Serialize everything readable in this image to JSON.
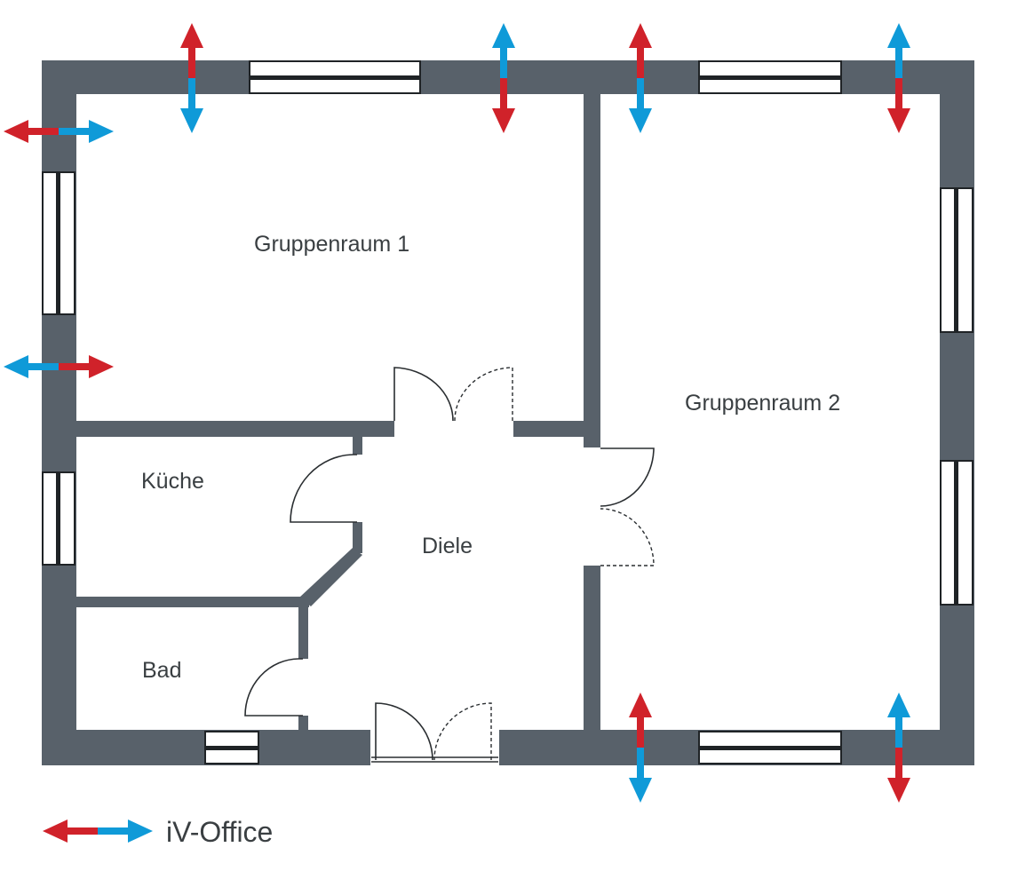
{
  "rooms": {
    "gruppenraum_1": "Gruppenraum 1",
    "gruppenraum_2": "Gruppenraum 2",
    "kueche": "Küche",
    "diele": "Diele",
    "bad": "Bad"
  },
  "legend": {
    "label": "iV-Office"
  },
  "colors": {
    "wall": "#58616a",
    "arrow_red": "#d0222a",
    "arrow_blue": "#0f9ad8",
    "text": "#3a3f42"
  }
}
